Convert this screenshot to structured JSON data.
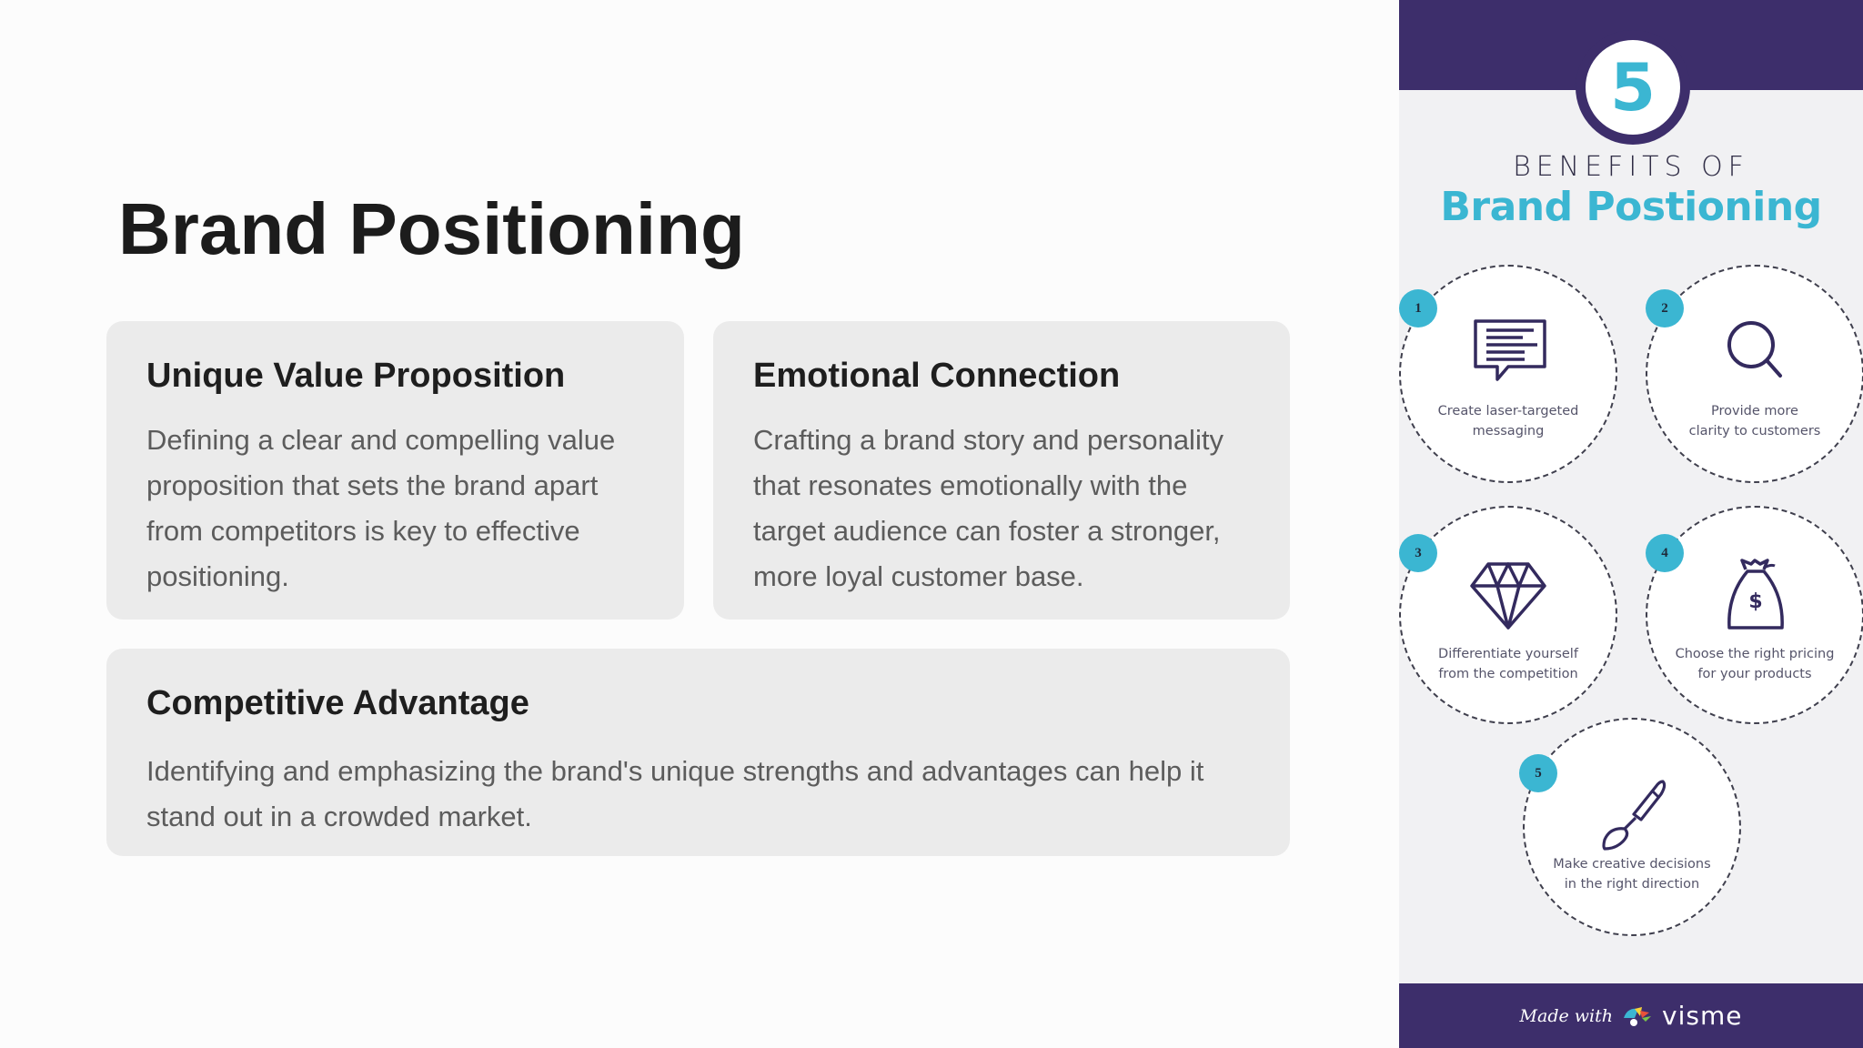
{
  "slide": {
    "title": "Brand Positioning",
    "cards": [
      {
        "heading": "Unique Value Proposition",
        "body": "Defining a clear and compelling value proposition that sets the brand apart from competitors is key to effective positioning."
      },
      {
        "heading": "Emotional Connection",
        "body": "Crafting a brand story and personality that resonates emotionally with the target audience can foster a stronger, more loyal customer base."
      },
      {
        "heading": "Competitive Advantage",
        "body": "Identifying and emphasizing the brand's unique strengths and advantages can help it stand out in a crowded market."
      }
    ]
  },
  "infographic": {
    "number": "5",
    "subtitle": "BENEFITS OF",
    "title": "Brand Postioning",
    "colors": {
      "purple": "#3d2e6b",
      "cyan": "#3bb6d2",
      "panel_bg": "#f1f1f3"
    },
    "benefits": [
      {
        "num": "1",
        "icon": "chat-message-icon",
        "label_lines": [
          "Create laser-targeted",
          "messaging"
        ]
      },
      {
        "num": "2",
        "icon": "magnifier-icon",
        "label_lines": [
          "Provide more",
          "clarity to customers"
        ]
      },
      {
        "num": "3",
        "icon": "diamond-icon",
        "label_lines": [
          "Differentiate yourself",
          "from the competition"
        ]
      },
      {
        "num": "4",
        "icon": "money-bag-icon",
        "label_lines": [
          "Choose the right pricing",
          "for your products"
        ]
      },
      {
        "num": "5",
        "icon": "paintbrush-icon",
        "label_lines": [
          "Make creative decisions",
          "in the right direction"
        ]
      }
    ],
    "footer": {
      "made_with": "Made with",
      "brand": "visme"
    }
  }
}
